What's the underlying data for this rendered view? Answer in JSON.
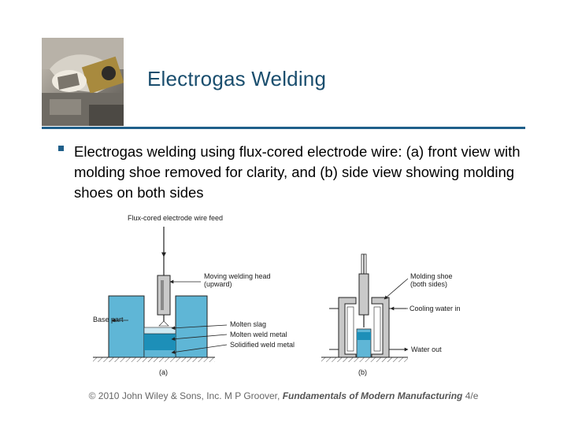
{
  "slide": {
    "title": "Electrogas Welding",
    "bullet": "Electrogas welding using flux‑cored electrode wire: (a) front view with molding shoe removed for clarity, and (b) side view showing molding shoes on both sides"
  },
  "figure": {
    "labels": {
      "wire_feed": "Flux-cored electrode wire feed",
      "moving_head": "Moving welding head (upward)",
      "molding_shoe": "Molding shoe (both sides)",
      "cooling_in": "Cooling water in",
      "base_part": "Base part",
      "molten_slag": "Molten slag",
      "molten_weld": "Molten weld metal",
      "solidified_weld": "Solidified weld metal",
      "water_out": "Water out",
      "view_a": "(a)",
      "view_b": "(b)"
    },
    "colors": {
      "steel": "#5fb6d6",
      "molten": "#1d8fb8",
      "slag": "#cfe9f2",
      "outline": "#222222"
    }
  },
  "footer": {
    "prefix": "© 2010 John Wiley & Sons, Inc. M P Groover, ",
    "book": "Fundamentals of Modern Manufacturing",
    "suffix": " 4/e"
  }
}
